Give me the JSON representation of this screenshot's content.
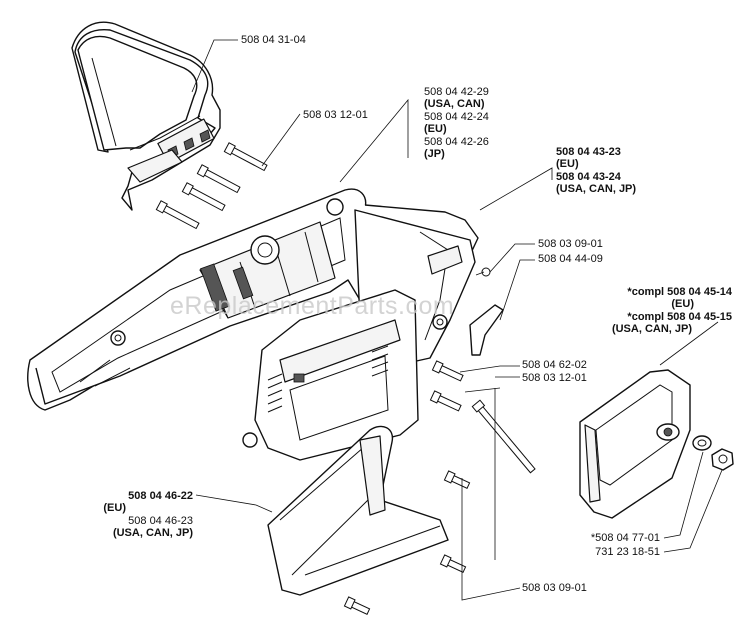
{
  "watermark": "eReplacementParts.com",
  "labels": {
    "handle": "508 04 31-04",
    "screw_top": "508 03 12-01",
    "cover_1": "508 04 42-29",
    "cover_1_region": "(USA, CAN)",
    "cover_2": "508 04 42-24",
    "cover_2_region": "(EU)",
    "cover_3": "508 04 42-26",
    "cover_3_region": "(JP)",
    "plate_1": "508 04 43-23",
    "plate_1_region": "(EU)",
    "plate_2": "508 04 43-24",
    "plate_2_region": "(USA, CAN, JP)",
    "screw_mid": "508 03 09-01",
    "bracket": "508 04 44-09",
    "side_1": "*compl 508 04 45-14",
    "side_1_region": "(EU)",
    "side_2": "*compl 508 04 45-15",
    "side_2_region": "(USA, CAN, JP)",
    "screw_a": "508 04 62-02",
    "screw_b": "508 03 12-01",
    "guard_1": "508 04 46-22",
    "guard_1_region": "(EU)",
    "guard_2": "508 04 46-23",
    "guard_2_region": "(USA, CAN, JP)",
    "washer": "*508 04 77-01",
    "nut": "731 23 18-51",
    "screw_bottom": "508 03 09-01"
  }
}
